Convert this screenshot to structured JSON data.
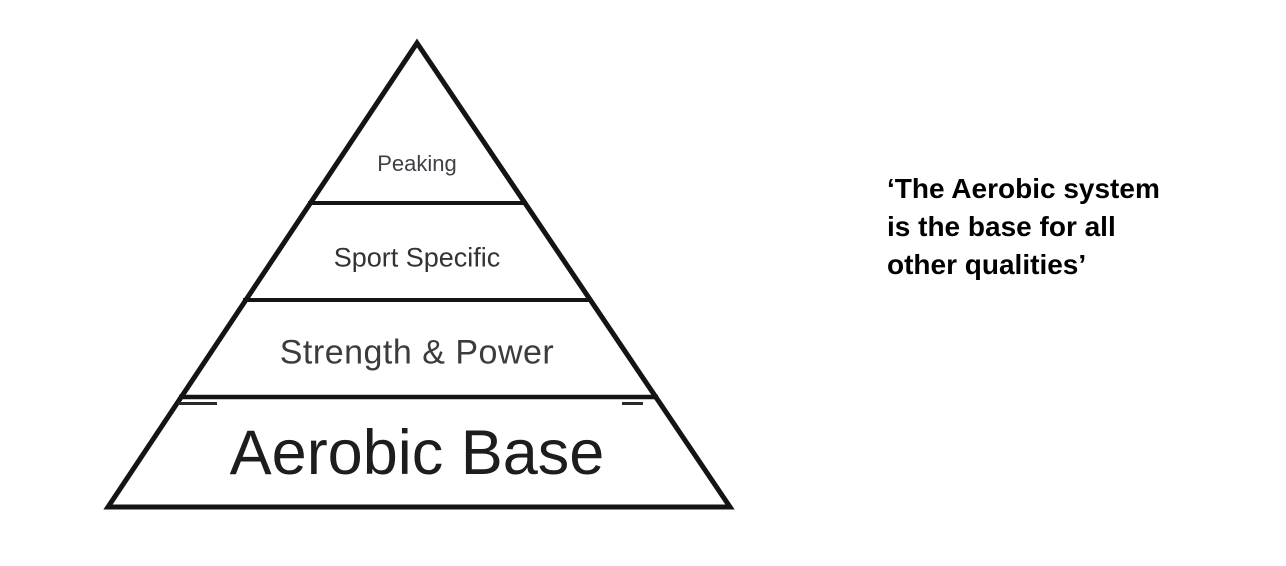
{
  "diagram": {
    "title": "training-pyramid",
    "levels": [
      {
        "label": "Peaking"
      },
      {
        "label": "Sport Specific"
      },
      {
        "label": "Strength & Power"
      },
      {
        "label": "Aerobic Base"
      }
    ]
  },
  "quote": {
    "lines": [
      "‘The Aerobic system",
      "is the base for all",
      "other qualities’"
    ],
    "full_text": "‘The Aerobic system is the base for all other qualities’"
  },
  "colors": {
    "background": "#ffffff",
    "pyramid_line": "#141414",
    "label_text": "#38383d",
    "base_label_text": "#1d1d1d",
    "quote_text": "#000000"
  }
}
